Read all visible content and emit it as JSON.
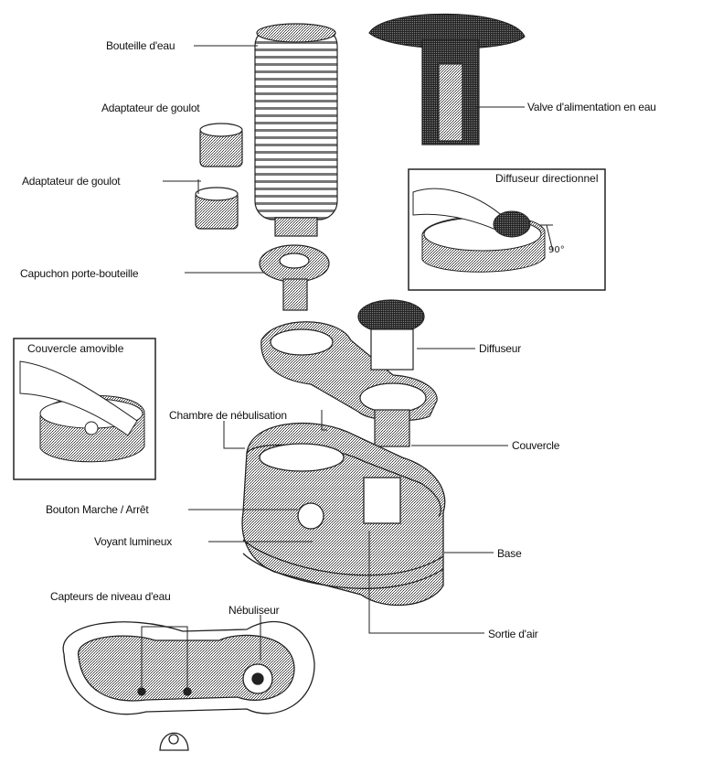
{
  "labels": {
    "bouteille": "Bouteille d'eau",
    "adaptateur1": "Adaptateur de goulot",
    "adaptateur2": "Adaptateur de goulot",
    "capuchon": "Capuchon porte-bouteille",
    "valve": "Valve d'alimentation en eau",
    "diffuseur_directionnel": "Diffuseur directionnel",
    "couvercle_amovible": "Couvercle amovible",
    "diffuseur": "Diffuseur",
    "chambre": "Chambre de nébulisation",
    "couvercle": "Couvercle",
    "bouton": "Bouton Marche / Arrêt",
    "voyant": "Voyant lumineux",
    "base": "Base",
    "capteurs": "Capteurs de niveau d'eau",
    "nebuliseur": "Nébuliseur",
    "sortie": "Sortie d'air"
  },
  "angle_mark": "90°"
}
